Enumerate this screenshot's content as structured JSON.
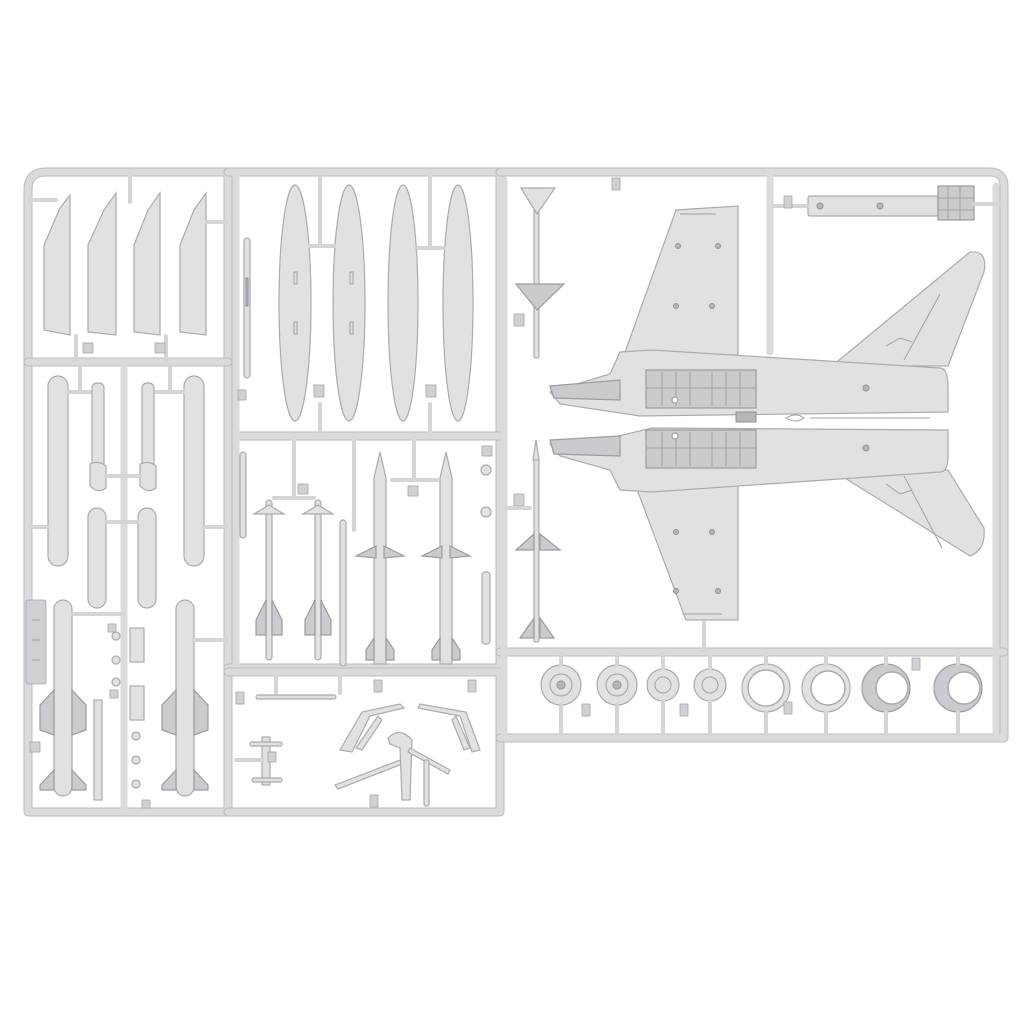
{
  "image": {
    "subject": "Plastic scale model kit sprue (parts tree) for a twin-engine jet fighter",
    "background_color": "#ffffff",
    "plastic_color": "#dfe1e3",
    "runner_color": "#d9dbdd",
    "shadow_color": "#a9acaf"
  },
  "frames": [
    {
      "name": "left-frame",
      "contents": [
        "4 pylon plates",
        "2 fuel tanks",
        "2 bombs",
        "2 guided missiles",
        "small fittings"
      ]
    },
    {
      "name": "center-top-frame",
      "contents": [
        "4 drop tanks",
        "slim rail"
      ]
    },
    {
      "name": "center-mid-frame",
      "contents": [
        "2 short-range missiles",
        "2 medium-range missiles",
        "launcher rails"
      ]
    },
    {
      "name": "center-bottom-frame",
      "contents": [
        "landing gear struts",
        "gear legs",
        "tow bar"
      ]
    },
    {
      "name": "right-frame",
      "contents": [
        "lower fuselage with wings",
        "horizontal stabilizers",
        "2 missiles",
        "pylon bar",
        "8 wheels and exhaust rings"
      ]
    }
  ],
  "wheels": {
    "count": 4,
    "exhaust_rings": 4
  },
  "sprue_tag_label": ""
}
